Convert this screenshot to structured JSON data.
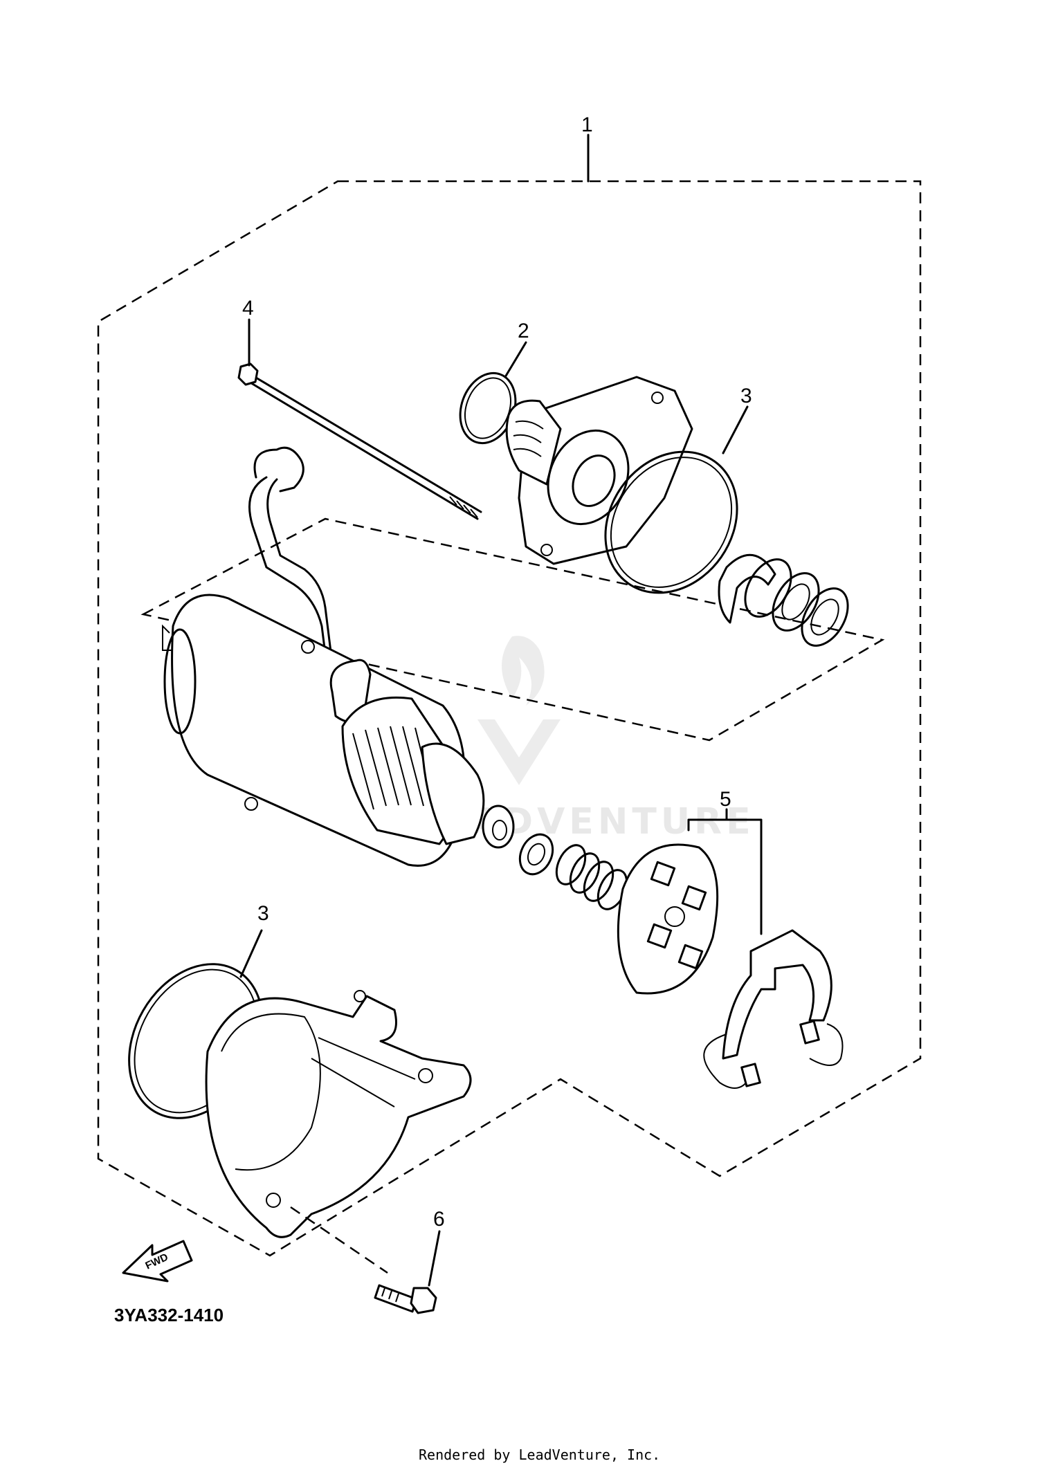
{
  "callouts": {
    "part_1": "1",
    "part_2": "2",
    "part_3_upper": "3",
    "part_3_lower": "3",
    "part_4": "4",
    "part_5": "5",
    "part_6": "6"
  },
  "fwd_arrow_label": "FWD",
  "diagram_reference": "3YA332-1410",
  "credit": "Rendered by LeadVenture, Inc.",
  "watermark": "LEADVENTURE"
}
